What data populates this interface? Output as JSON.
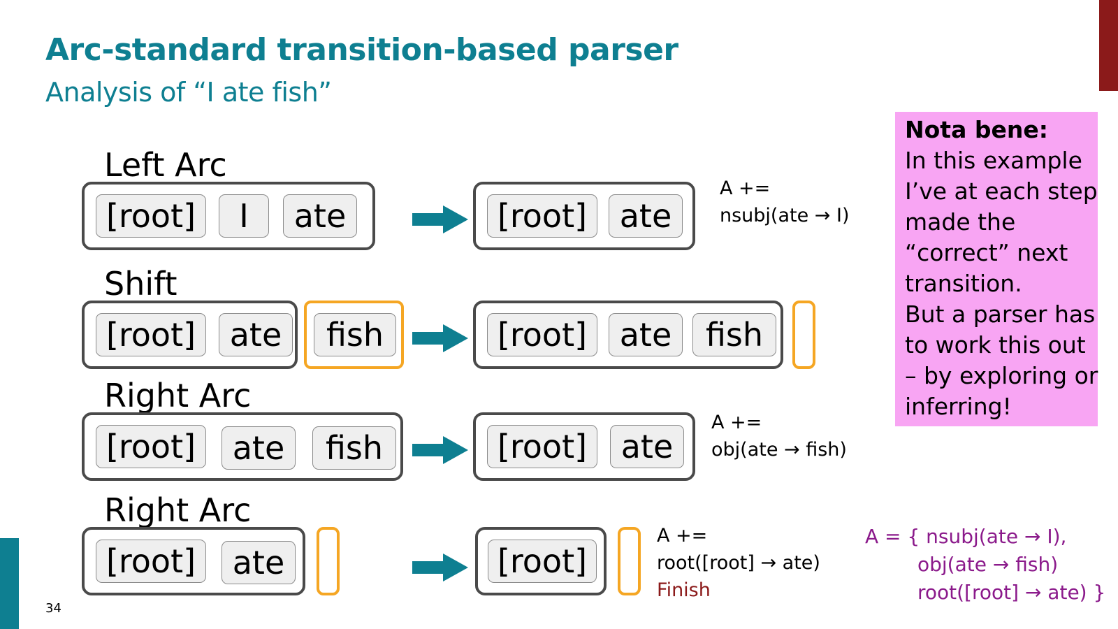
{
  "title": "Arc-standard transition-based parser",
  "subtitle": "Analysis of “I ate fish”",
  "slide_number": "34",
  "steps": [
    {
      "label": "Left Arc",
      "before": [
        "[root]",
        "I",
        "ate"
      ],
      "after": [
        "[root]",
        "ate"
      ],
      "note_lines": [
        "A +=",
        "nsubj(ate → I)"
      ]
    },
    {
      "label": "Shift",
      "before_stack": [
        "[root]",
        "ate"
      ],
      "before_buffer": [
        "fish"
      ],
      "after": [
        "[root]",
        "ate",
        "fish"
      ]
    },
    {
      "label": "Right Arc",
      "before": [
        "[root]",
        "ate",
        "fish"
      ],
      "after": [
        "[root]",
        "ate"
      ],
      "note_lines": [
        "A +=",
        "obj(ate → fish)"
      ]
    },
    {
      "label": "Right Arc",
      "before": [
        "[root]",
        "ate"
      ],
      "after": [
        "[root]"
      ],
      "note_lines": [
        "A +=",
        "root([root] → ate)"
      ],
      "finish": "Finish"
    }
  ],
  "arc_set_lines": [
    "A = { nsubj(ate → I),",
    "obj(ate → fish)",
    "root([root] → ate) }"
  ],
  "nota_bene": {
    "heading": "Nota bene:",
    "lines": [
      "In this example",
      "I’ve at each step",
      "made the",
      "“correct” next",
      "transition.",
      "But a parser has",
      "to work this out",
      "– by exploring or",
      "inferring!"
    ]
  },
  "colors": {
    "teal": "#0e7f91",
    "orange": "#f5a623",
    "dark_red": "#8b1a1a",
    "purple": "#8b1a8b",
    "pink": "#f8a5f3",
    "frame_gray": "#4a4a4a",
    "token_fill": "#efefef"
  }
}
